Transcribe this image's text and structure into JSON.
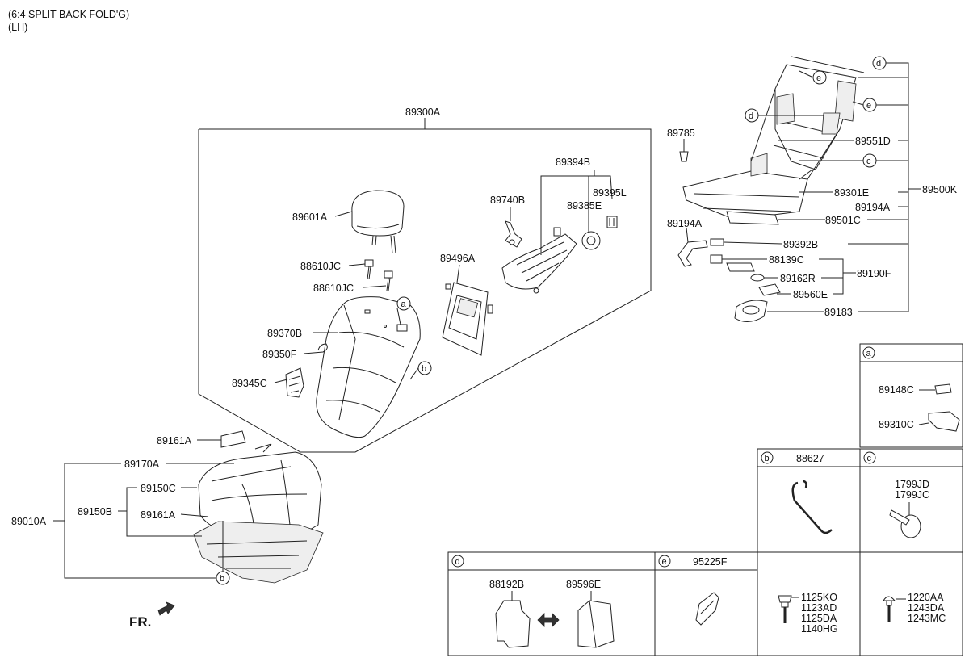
{
  "header": {
    "line1": "(6:4 SPLIT BACK FOLD'G)",
    "line2": "(LH)"
  },
  "direction_label": "FR.",
  "callouts": {
    "a": "a",
    "b": "b",
    "c": "c",
    "d": "d",
    "e": "e"
  },
  "parts": {
    "p89300A": "89300A",
    "p89601A": "89601A",
    "p88610JC_1": "88610JC",
    "p88610JC_2": "88610JC",
    "p89370B": "89370B",
    "p89350F": "89350F",
    "p89345C": "89345C",
    "p89496A": "89496A",
    "p89740B": "89740B",
    "p89394B": "89394B",
    "p89395L": "89395L",
    "p89385E": "89385E",
    "p89161A_top": "89161A",
    "p89170A": "89170A",
    "p89150C": "89150C",
    "p89150B": "89150B",
    "p89161A_mid": "89161A",
    "p89010A": "89010A",
    "p89785": "89785",
    "p89551D": "89551D",
    "p89301E": "89301E",
    "p89194A_r": "89194A",
    "p89501C": "89501C",
    "p89500K": "89500K",
    "p89194A_l": "89194A",
    "p89392B": "89392B",
    "p88139C": "88139C",
    "p89162R": "89162R",
    "p89190F": "89190F",
    "p89560E": "89560E",
    "p89183": "89183"
  },
  "panels": {
    "a": {
      "items": [
        "89148C",
        "89310C"
      ]
    },
    "b": {
      "items": [
        "88627"
      ]
    },
    "c": {
      "items": [
        "1799JD",
        "1799JC"
      ]
    },
    "d": {
      "items": [
        "88192B",
        "89596E"
      ]
    },
    "e": {
      "items": [
        "95225F"
      ]
    },
    "f": {
      "items": [
        "1125KO",
        "1123AD",
        "1125DA",
        "1140HG"
      ]
    },
    "g": {
      "items": [
        "1220AA",
        "1243DA",
        "1243MC"
      ]
    }
  }
}
